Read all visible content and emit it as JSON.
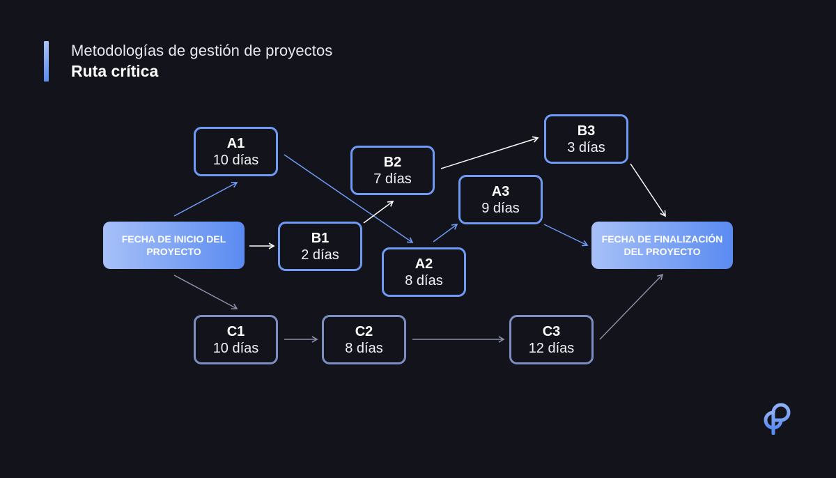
{
  "header": {
    "subtitle": "Metodologías de gestión de proyectos",
    "title": "Ruta crítica"
  },
  "start": {
    "label": "FECHA DE INICIO DEL PROYECTO"
  },
  "end": {
    "label": "FECHA DE FINALIZACIÓN DEL PROYECTO"
  },
  "nodes": {
    "A1": {
      "id": "A1",
      "duration": "10 días"
    },
    "A2": {
      "id": "A2",
      "duration": "8 días"
    },
    "A3": {
      "id": "A3",
      "duration": "9 días"
    },
    "B1": {
      "id": "B1",
      "duration": "2 días"
    },
    "B2": {
      "id": "B2",
      "duration": "7 días"
    },
    "B3": {
      "id": "B3",
      "duration": "3 días"
    },
    "C1": {
      "id": "C1",
      "duration": "10 días"
    },
    "C2": {
      "id": "C2",
      "duration": "8 días"
    },
    "C3": {
      "id": "C3",
      "duration": "12 días"
    }
  },
  "edges": [
    {
      "from": "start",
      "to": "A1"
    },
    {
      "from": "start",
      "to": "B1"
    },
    {
      "from": "start",
      "to": "C1"
    },
    {
      "from": "A1",
      "to": "A2"
    },
    {
      "from": "B1",
      "to": "B2"
    },
    {
      "from": "B2",
      "to": "B3"
    },
    {
      "from": "A2",
      "to": "A3"
    },
    {
      "from": "A3",
      "to": "end"
    },
    {
      "from": "B3",
      "to": "end"
    },
    {
      "from": "C1",
      "to": "C2"
    },
    {
      "from": "C2",
      "to": "C3"
    },
    {
      "from": "C3",
      "to": "end"
    }
  ],
  "colors": {
    "background": "#13131b",
    "accent_blue": "#6f9bf5",
    "gray": "#8a8fa6",
    "white": "#ffffff"
  },
  "logo": {
    "icon": "brand-logo-icon"
  }
}
